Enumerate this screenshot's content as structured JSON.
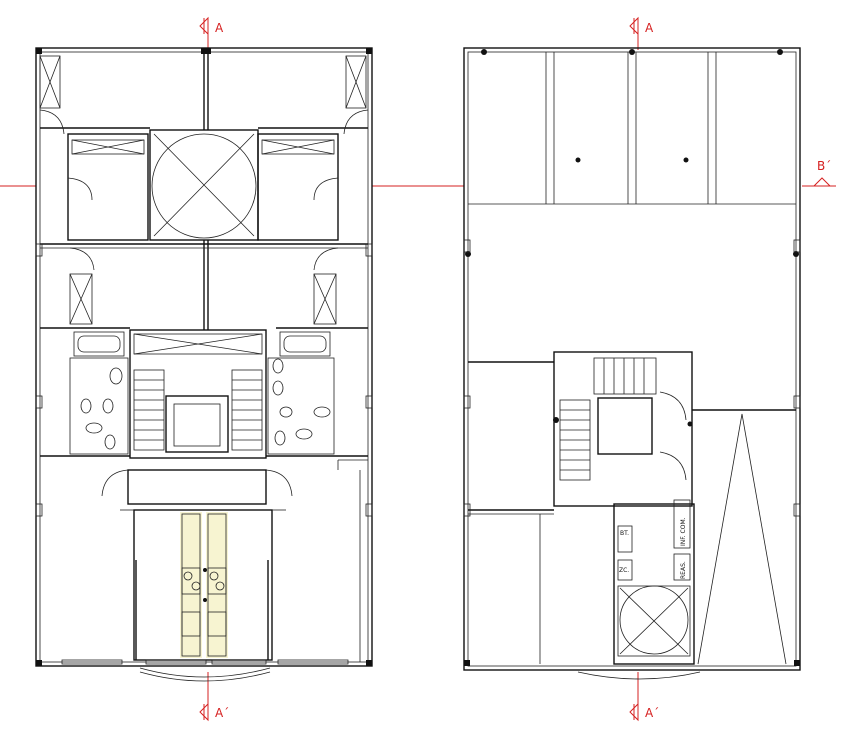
{
  "colors": {
    "line": "#111111",
    "section_marker": "#d62020",
    "stair_highlight": "#e8e07a",
    "background": "#ffffff"
  },
  "section_markers": {
    "top_left": "A",
    "top_right": "A",
    "bottom_left": "A´",
    "bottom_right": "A´",
    "side_right": "B´"
  },
  "labels": {
    "bt": "BT.",
    "zc": "ZC.",
    "inf_com": "INF. COM.",
    "reas": "REAS."
  }
}
